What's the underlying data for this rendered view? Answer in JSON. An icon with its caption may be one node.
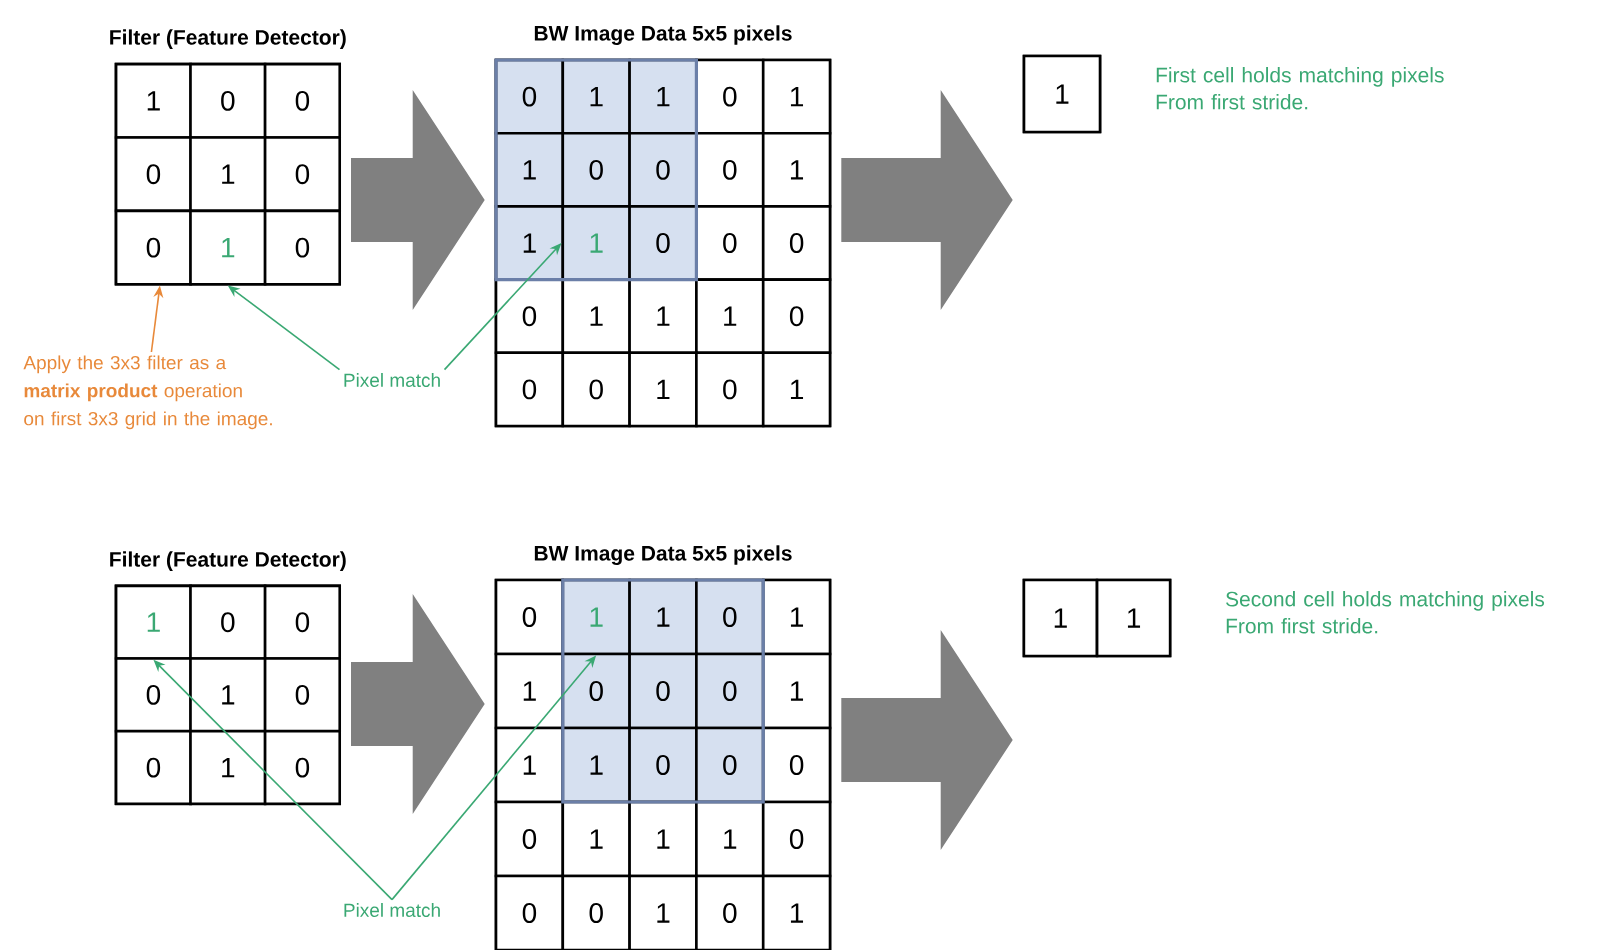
{
  "diagram": {
    "nodes": [
      {
        "text": [
          "Filter (Feature Detector)"
        ]
      },
      {
        "text": [
          "1"
        ],
        "in": 0
      },
      {
        "text": [
          "0"
        ],
        "in": 0
      },
      {
        "text": [
          "0"
        ],
        "in": 0
      },
      {
        "text": [
          "0"
        ],
        "in": 0
      },
      {
        "text": [
          "1"
        ],
        "in": 0
      },
      {
        "text": [
          "0"
        ],
        "in": 0
      },
      {
        "text": [
          "0"
        ],
        "in": 0
      },
      {
        "text": [
          "1"
        ],
        "in": 0
      },
      {
        "text": [
          "0"
        ],
        "in": 0
      },
      {
        "text": [
          "BW Image Data 5x5 pixels"
        ]
      },
      {
        "text": [
          "0"
        ],
        "in": 10
      },
      {
        "text": [
          "1"
        ],
        "in": 10
      },
      {
        "text": [
          "1"
        ],
        "in": 10
      },
      {
        "text": [
          "0"
        ],
        "in": 10
      },
      {
        "text": [
          "1"
        ],
        "in": 10
      },
      {
        "text": [
          "1"
        ],
        "in": 10
      },
      {
        "text": [
          "0"
        ],
        "in": 10
      },
      {
        "text": [
          "0"
        ],
        "in": 10
      },
      {
        "text": [
          "0"
        ],
        "in": 10
      },
      {
        "text": [
          "1"
        ],
        "in": 10
      },
      {
        "text": [
          "1"
        ],
        "in": 10
      },
      {
        "text": [
          "1"
        ],
        "in": 10
      },
      {
        "text": [
          "0"
        ],
        "in": 10
      },
      {
        "text": [
          "0"
        ],
        "in": 10
      },
      {
        "text": [
          "0"
        ],
        "in": 10
      },
      {
        "text": [
          "0"
        ],
        "in": 10
      },
      {
        "text": [
          "1"
        ],
        "in": 10
      },
      {
        "text": [
          "1"
        ],
        "in": 10
      },
      {
        "text": [
          "1"
        ],
        "in": 10
      },
      {
        "text": [
          "0"
        ],
        "in": 10
      },
      {
        "text": [
          "0"
        ],
        "in": 10
      },
      {
        "text": [
          "0"
        ],
        "in": 10
      },
      {
        "text": [
          "1"
        ],
        "in": 10
      },
      {
        "text": [
          "0"
        ],
        "in": 10
      },
      {
        "text": [
          "1"
        ],
        "in": 10
      },
      {
        "text": [],
        "shape": "box",
        "beside": [
          "First cell holds matching pixels From first stride."
        ]
      },
      {
        "text": [
          "1"
        ],
        "in": 36
      },
      {
        "text": [
          "Apply the 3x3 filter as a **matrix product** operation on first 3x3 grid in the image."
        ]
      },
      {
        "text": [
          "Pixel match"
        ]
      },
      {
        "text": [
          "Filter (Feature Detector)"
        ]
      },
      {
        "text": [
          "1"
        ],
        "in": 40
      },
      {
        "text": [
          "0"
        ],
        "in": 40
      },
      {
        "text": [
          "0"
        ],
        "in": 40
      },
      {
        "text": [
          "0"
        ],
        "in": 40
      },
      {
        "text": [
          "1"
        ],
        "in": 40
      },
      {
        "text": [
          "0"
        ],
        "in": 40
      },
      {
        "text": [
          "0"
        ],
        "in": 40
      },
      {
        "text": [
          "1"
        ],
        "in": 40
      },
      {
        "text": [
          "0"
        ],
        "in": 40
      },
      {
        "text": [
          "BW Image Data 5x5 pixels"
        ]
      },
      {
        "text": [
          "0"
        ],
        "in": 50
      },
      {
        "text": [
          "1"
        ],
        "in": 50
      },
      {
        "text": [
          "1"
        ],
        "in": 50
      },
      {
        "text": [
          "0"
        ],
        "in": 50
      },
      {
        "text": [
          "1"
        ],
        "in": 50
      },
      {
        "text": [
          "1"
        ],
        "in": 50
      },
      {
        "text": [
          "0"
        ],
        "in": 50
      },
      {
        "text": [
          "0"
        ],
        "in": 50
      },
      {
        "text": [
          "0"
        ],
        "in": 50
      },
      {
        "text": [
          "1"
        ],
        "in": 50
      },
      {
        "text": [
          "1"
        ],
        "in": 50
      },
      {
        "text": [
          "1"
        ],
        "in": 50
      },
      {
        "text": [
          "0"
        ],
        "in": 50
      },
      {
        "text": [
          "0"
        ],
        "in": 50
      },
      {
        "text": [
          "0"
        ],
        "in": 50
      },
      {
        "text": [
          "0"
        ],
        "in": 50
      },
      {
        "text": [
          "1"
        ],
        "in": 50
      },
      {
        "text": [
          "1"
        ],
        "in": 50
      },
      {
        "text": [
          "1"
        ],
        "in": 50
      },
      {
        "text": [
          "0"
        ],
        "in": 50
      },
      {
        "text": [
          "0"
        ],
        "in": 50
      },
      {
        "text": [
          "0"
        ],
        "in": 50
      },
      {
        "text": [
          "1"
        ],
        "in": 50
      },
      {
        "text": [
          "0"
        ],
        "in": 50
      },
      {
        "text": [
          "1"
        ],
        "in": 50
      },
      {
        "text": [],
        "shape": "box",
        "beside": [
          "Second cell holds matching pixels From first stride."
        ]
      },
      {
        "text": [
          "1"
        ],
        "in": 76
      },
      {
        "text": [
          "1"
        ],
        "in": 76
      },
      {
        "text": [
          "Pixel match"
        ]
      }
    ],
    "edges": [
      {
        "from": 0,
        "to": 10,
        "arrow": "to",
        "style": "thick",
        "color": "#808080"
      },
      {
        "from": 10,
        "to": 36,
        "arrow": "to",
        "style": "thick",
        "color": "#808080"
      },
      {
        "from": 38,
        "to": 0,
        "arrow": "to",
        "color": "#e8893a"
      },
      {
        "from": 39,
        "to": 8,
        "arrow": "to",
        "color": "#3aa873"
      },
      {
        "from": 39,
        "to": 22,
        "arrow": "to",
        "color": "#3aa873"
      },
      {
        "from": 40,
        "to": 50,
        "arrow": "to",
        "style": "thick",
        "color": "#808080"
      },
      {
        "from": 50,
        "to": 76,
        "arrow": "to",
        "style": "thick",
        "color": "#808080"
      },
      {
        "from": 79,
        "to": 41,
        "arrow": "to",
        "color": "#3aa873"
      },
      {
        "from": 79,
        "to": 52,
        "arrow": "to",
        "color": "#3aa873"
      }
    ]
  }
}
